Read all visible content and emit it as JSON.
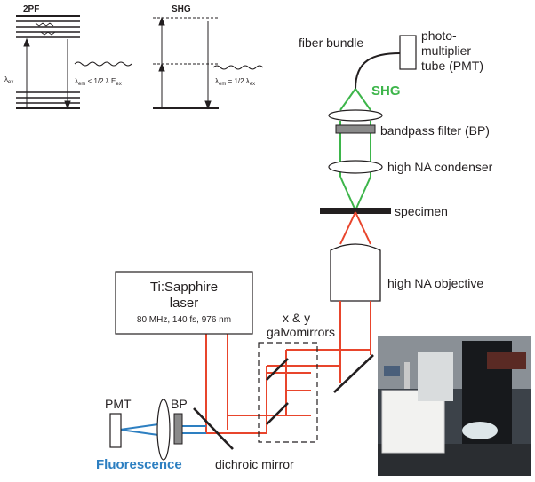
{
  "energy_diagrams": {
    "twopf": {
      "title": "2PF",
      "excitation": "λ",
      "excitation_sub": "ex",
      "emission_lhs": "λ",
      "emission_sub": "em",
      "emission_rhs": " < 1/2 λ E",
      "emission_rhs_sub": "ex"
    },
    "shg": {
      "title": "SHG",
      "emission_lhs": "λ",
      "emission_sub": "em",
      "emission_rhs": " = 1/2 λ",
      "emission_rhs_sub": "ex"
    }
  },
  "microscope": {
    "fiber_bundle": "fiber bundle",
    "pmt_top": [
      "photo-",
      "multiplier",
      "tube (PMT)"
    ],
    "shg": "SHG",
    "bandpass_filter": "bandpass filter (BP)",
    "condenser": "high NA condenser",
    "specimen": "specimen",
    "objective": "high NA objective",
    "laser_name": [
      "Ti:Sapphire",
      "laser"
    ],
    "laser_specs": "80 MHz, 140 fs, 976 nm",
    "galvo": [
      "x & y",
      "galvomirrors"
    ],
    "pmt_left": "PMT",
    "bp_left": "BP",
    "fluorescence": "Fluorescence",
    "dichroic": "dichroic mirror"
  },
  "colors": {
    "laser_red": "#e8452c",
    "shg_green": "#3db54a",
    "fluorescence_blue": "#2d7fc1",
    "ink": "#231f20"
  },
  "photo": {
    "description_icon": "microscope-setup-photo"
  }
}
